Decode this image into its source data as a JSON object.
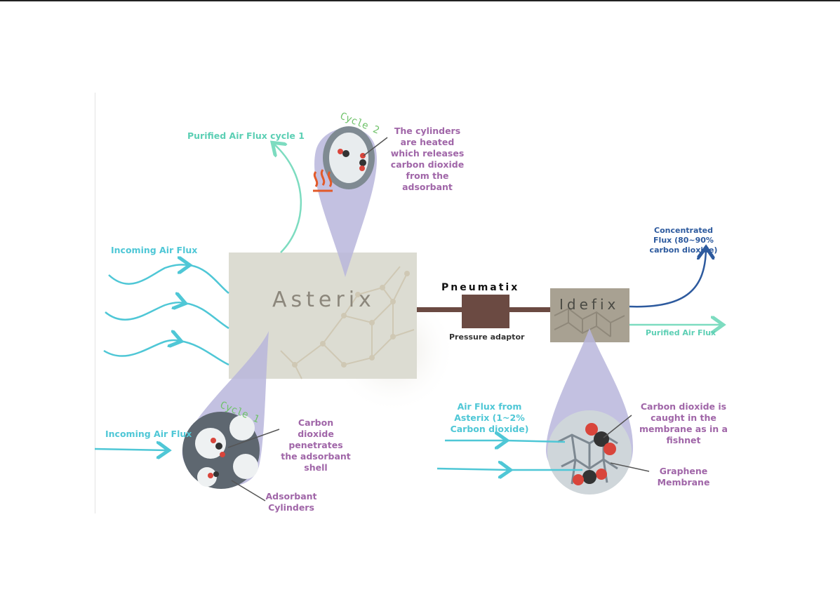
{
  "labels": {
    "purified_cycle1": "Purified Air Flux cycle 1",
    "incoming_top": "Incoming Air Flux",
    "incoming_bottom": "Incoming Air Flux",
    "cycle2": "Cycle 2",
    "cycle1": "Cycle 1",
    "heated_note": "The cylinders are heated which releases carbon dioxide from the adsorbant",
    "asterix": "Asterix",
    "pneumatix": "Pneumatix",
    "pressure_adaptor": "Pressure adaptor",
    "idefix": "Idefix",
    "concentrated_flux": "Concentrated Flux (80~90% carbon dioxide)",
    "purified_flux": "Purified Air Flux",
    "co2_penetrates": "Carbon dioxide penetrates the adsorbant shell",
    "adsorbant_cylinders": "Adsorbant Cylinders",
    "air_from_asterix": "Air Flux from Asterix (1~2% Carbon dioxide)",
    "co2_caught": "Carbon dioxide is caught in the membrane as in a fishnet",
    "graphene_membrane": "Graphene Membrane"
  },
  "colors": {
    "incoming_arrow": "#4fc7d6",
    "purified_arrow": "#7ddcc0",
    "concentrated_arrow": "#2d5a9e",
    "callout": "#b9b6dc",
    "asterix_box": "#dcdcd2",
    "idefix_box": "#a8a192",
    "pipe": "#6b4a42",
    "label_purple": "#a066a8"
  }
}
